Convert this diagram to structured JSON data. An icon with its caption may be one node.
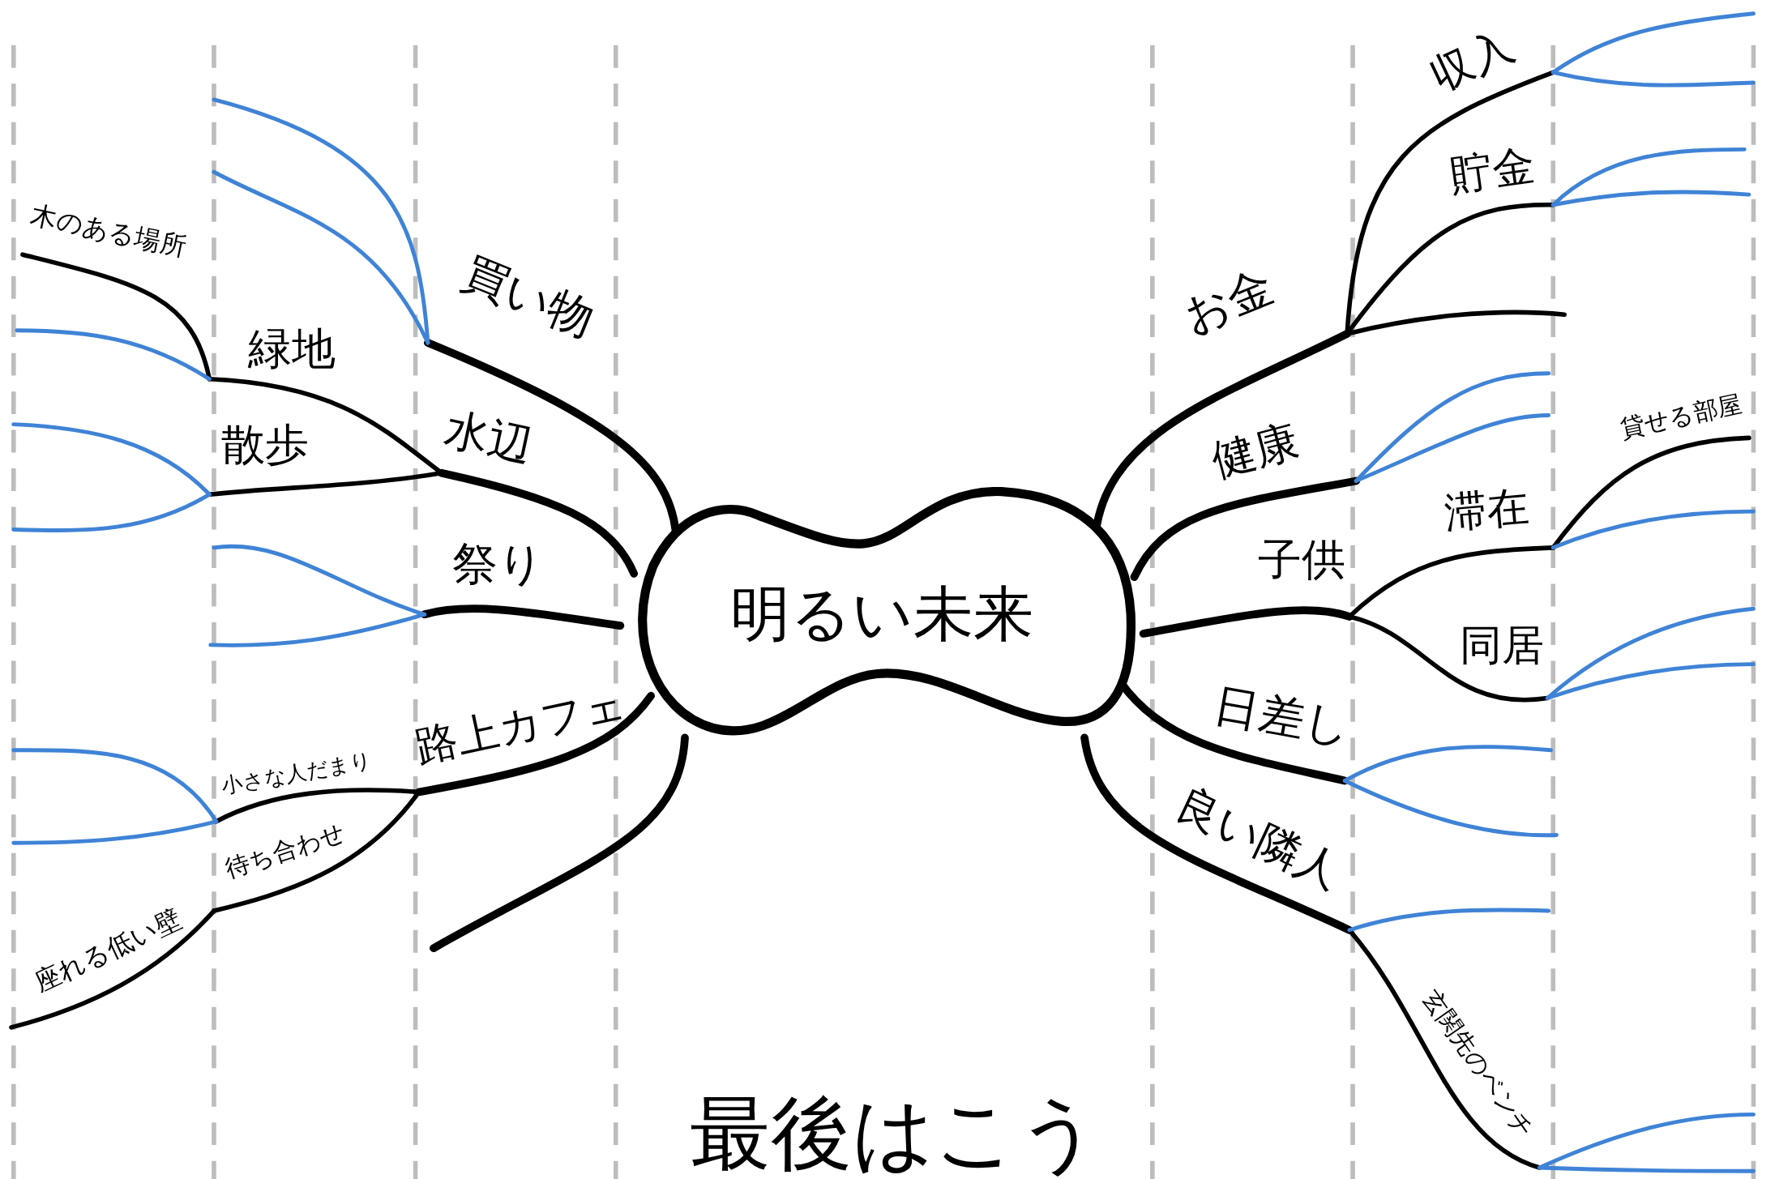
{
  "diagram": {
    "title": "最後はこう",
    "nodes": [
      {
        "text": [
          "明るい未来"
        ]
      },
      {
        "text": [
          "買い物"
        ]
      },
      {
        "text": [
          "水辺"
        ]
      },
      {
        "text": [
          "緑地"
        ]
      },
      {
        "text": [
          "散歩"
        ]
      },
      {
        "text": [
          "木のある場所"
        ]
      },
      {
        "text": [
          "祭り"
        ]
      },
      {
        "text": [
          "路上カフェ"
        ]
      },
      {
        "text": [
          "小さな人だまり"
        ]
      },
      {
        "text": [
          "待ち合わせ"
        ]
      },
      {
        "text": [
          "座れる低い壁"
        ]
      },
      {
        "text": [
          "お金"
        ]
      },
      {
        "text": [
          "収入"
        ]
      },
      {
        "text": [
          "貯金"
        ]
      },
      {
        "text": [
          "健康"
        ]
      },
      {
        "text": [
          "子供"
        ]
      },
      {
        "text": [
          "滞在"
        ]
      },
      {
        "text": [
          "同居"
        ]
      },
      {
        "text": [
          "貸せる部屋"
        ]
      },
      {
        "text": [
          "日差し"
        ]
      },
      {
        "text": [
          "良い隣人"
        ]
      },
      {
        "text": [
          "玄関先のベンチ"
        ]
      }
    ],
    "edges": [
      {
        "from": 0,
        "to": 1,
        "arrow": "none",
        "style": "thick"
      },
      {
        "from": 0,
        "to": 2,
        "arrow": "none",
        "style": "thick"
      },
      {
        "from": 0,
        "to": 6,
        "arrow": "none",
        "style": "thick"
      },
      {
        "from": 0,
        "to": 7,
        "arrow": "none",
        "style": "thick"
      },
      {
        "from": 0,
        "to": null,
        "arrow": "none",
        "style": "thick"
      },
      {
        "from": 0,
        "to": 11,
        "arrow": "none",
        "style": "thick"
      },
      {
        "from": 0,
        "to": 14,
        "arrow": "none",
        "style": "thick"
      },
      {
        "from": 0,
        "to": 15,
        "arrow": "none",
        "style": "thick"
      },
      {
        "from": 0,
        "to": 19,
        "arrow": "none",
        "style": "thick"
      },
      {
        "from": 0,
        "to": 20,
        "arrow": "none",
        "style": "thick"
      },
      {
        "from": 2,
        "to": 3,
        "arrow": "none"
      },
      {
        "from": 2,
        "to": 4,
        "arrow": "none"
      },
      {
        "from": 3,
        "to": 5,
        "arrow": "none"
      },
      {
        "from": 7,
        "to": 8,
        "arrow": "none"
      },
      {
        "from": 7,
        "to": 9,
        "arrow": "none"
      },
      {
        "from": 9,
        "to": 10,
        "arrow": "none"
      },
      {
        "from": 11,
        "to": 12,
        "arrow": "none"
      },
      {
        "from": 11,
        "to": 13,
        "arrow": "none"
      },
      {
        "from": 11,
        "to": null,
        "arrow": "none"
      },
      {
        "from": 15,
        "to": 16,
        "arrow": "none"
      },
      {
        "from": 15,
        "to": 17,
        "arrow": "none"
      },
      {
        "from": 16,
        "to": 18,
        "arrow": "none"
      },
      {
        "from": 20,
        "to": 21,
        "arrow": "none"
      },
      {
        "from": 1,
        "to": null,
        "arrow": "none",
        "color": "#3f83d6"
      },
      {
        "from": 1,
        "to": null,
        "arrow": "none",
        "color": "#3f83d6"
      },
      {
        "from": 3,
        "to": null,
        "arrow": "none",
        "color": "#3f83d6"
      },
      {
        "from": 4,
        "to": null,
        "arrow": "none",
        "color": "#3f83d6"
      },
      {
        "from": 4,
        "to": null,
        "arrow": "none",
        "color": "#3f83d6"
      },
      {
        "from": 6,
        "to": null,
        "arrow": "none",
        "color": "#3f83d6"
      },
      {
        "from": 6,
        "to": null,
        "arrow": "none",
        "color": "#3f83d6"
      },
      {
        "from": 8,
        "to": null,
        "arrow": "none",
        "color": "#3f83d6"
      },
      {
        "from": 8,
        "to": null,
        "arrow": "none",
        "color": "#3f83d6"
      },
      {
        "from": 12,
        "to": null,
        "arrow": "none",
        "color": "#3f83d6"
      },
      {
        "from": 12,
        "to": null,
        "arrow": "none",
        "color": "#3f83d6"
      },
      {
        "from": 13,
        "to": null,
        "arrow": "none",
        "color": "#3f83d6"
      },
      {
        "from": 13,
        "to": null,
        "arrow": "none",
        "color": "#3f83d6"
      },
      {
        "from": 14,
        "to": null,
        "arrow": "none",
        "color": "#3f83d6"
      },
      {
        "from": 14,
        "to": null,
        "arrow": "none",
        "color": "#3f83d6"
      },
      {
        "from": 16,
        "to": null,
        "arrow": "none",
        "color": "#3f83d6"
      },
      {
        "from": 17,
        "to": null,
        "arrow": "none",
        "color": "#3f83d6"
      },
      {
        "from": 17,
        "to": null,
        "arrow": "none",
        "color": "#3f83d6"
      },
      {
        "from": 19,
        "to": null,
        "arrow": "none",
        "color": "#3f83d6"
      },
      {
        "from": 19,
        "to": null,
        "arrow": "none",
        "color": "#3f83d6"
      },
      {
        "from": 20,
        "to": null,
        "arrow": "none",
        "color": "#3f83d6"
      },
      {
        "from": 21,
        "to": null,
        "arrow": "none",
        "color": "#3f83d6"
      },
      {
        "from": 21,
        "to": null,
        "arrow": "none",
        "color": "#3f83d6"
      }
    ]
  }
}
